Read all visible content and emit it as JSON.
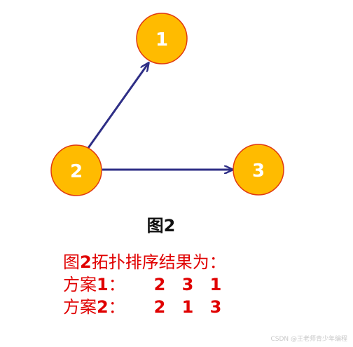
{
  "diagram": {
    "node_fill": "#ffbb00",
    "node_stroke": "#e03a10",
    "edge_color": "#2e2e86",
    "nodes": [
      {
        "id": "1",
        "label": "1"
      },
      {
        "id": "2",
        "label": "2"
      },
      {
        "id": "3",
        "label": "3"
      }
    ],
    "edges": [
      {
        "from": "2",
        "to": "1"
      },
      {
        "from": "2",
        "to": "3"
      }
    ]
  },
  "caption": "图2",
  "result": {
    "title_prefix": "图",
    "title_num": "2",
    "title_suffix": "拓扑排序结果为：",
    "color": "#e00000",
    "plans": [
      {
        "name_prefix": "方案",
        "name_num": "1",
        "name_suffix": "：",
        "order": [
          "2",
          "3",
          "1"
        ]
      },
      {
        "name_prefix": "方案",
        "name_num": "2",
        "name_suffix": "：",
        "order": [
          "2",
          "1",
          "3"
        ]
      }
    ]
  },
  "watermark": "CSDN @王老师青少年编程"
}
